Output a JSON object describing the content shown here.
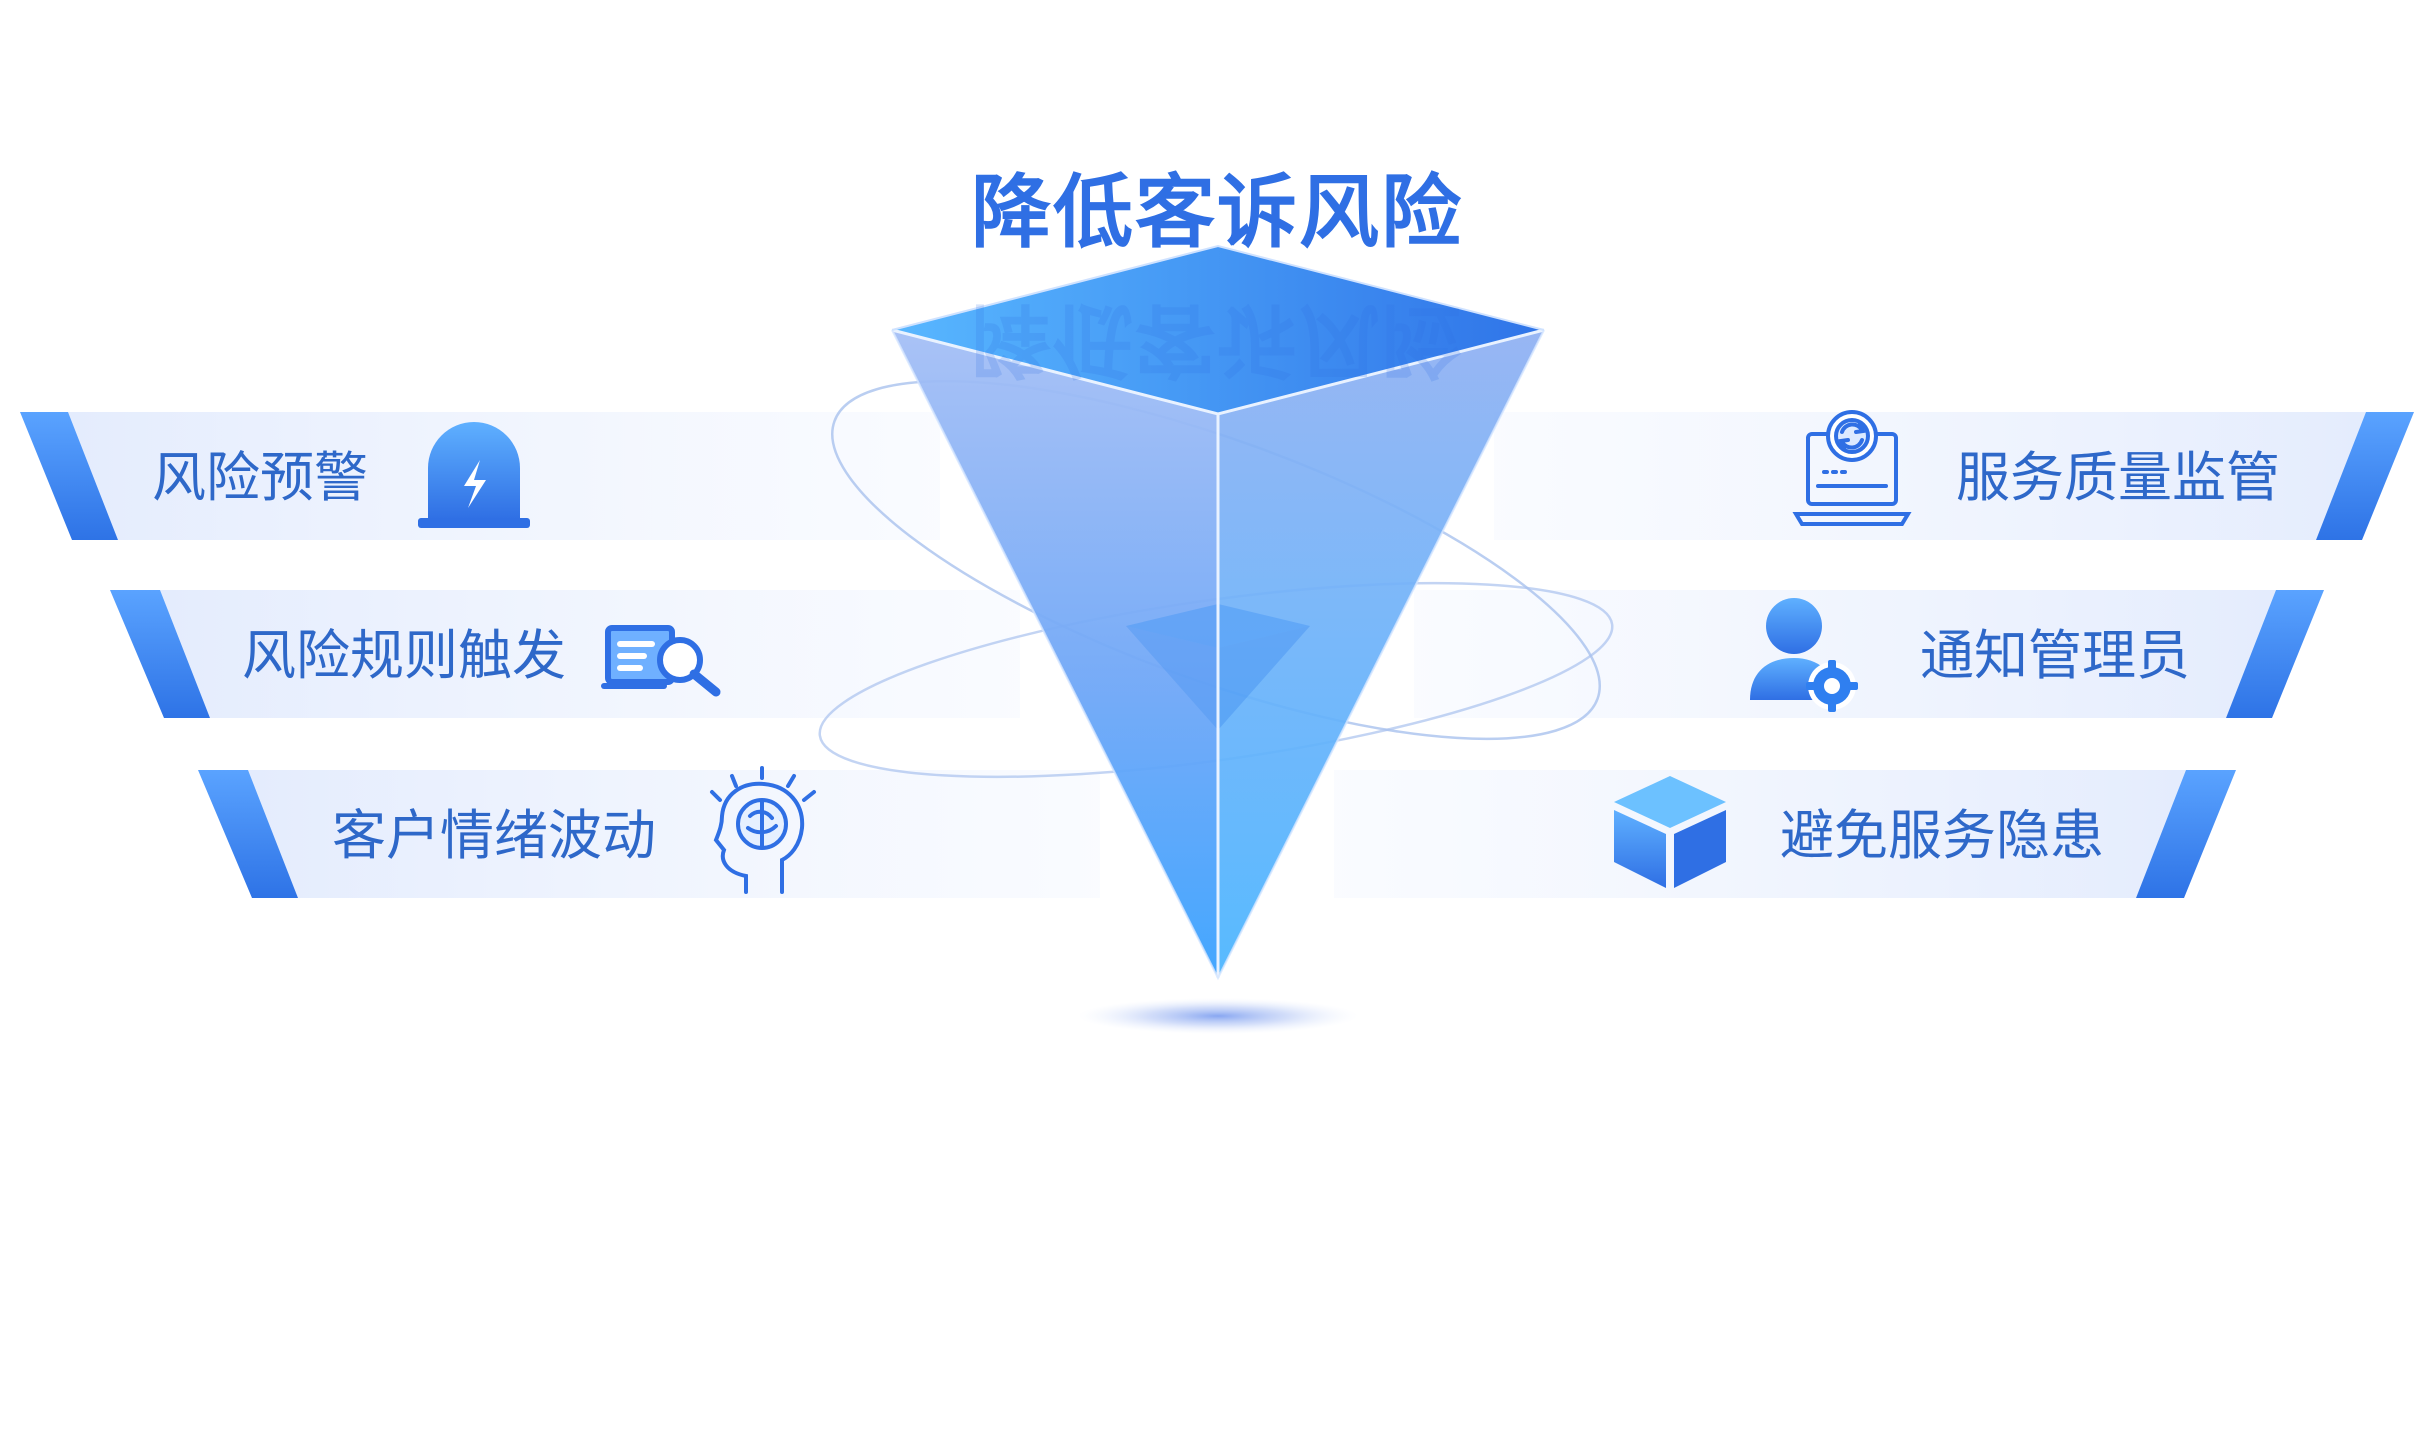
{
  "title": "降低客诉风险",
  "colors": {
    "accent": "#2f6fe4",
    "label": "#2e68c9",
    "band_light": "#eef3fe",
    "band_edge": "#3f86ee"
  },
  "left_items": [
    {
      "label": "风险预警",
      "icon": "alarm-light-icon"
    },
    {
      "label": "风险规则触发",
      "icon": "document-search-icon"
    },
    {
      "label": "客户情绪波动",
      "icon": "brain-head-icon"
    }
  ],
  "right_items": [
    {
      "label": "服务质量监管",
      "icon": "laptop-refresh-icon"
    },
    {
      "label": "通知管理员",
      "icon": "user-gear-icon"
    },
    {
      "label": "避免服务隐患",
      "icon": "cube-icon"
    }
  ]
}
